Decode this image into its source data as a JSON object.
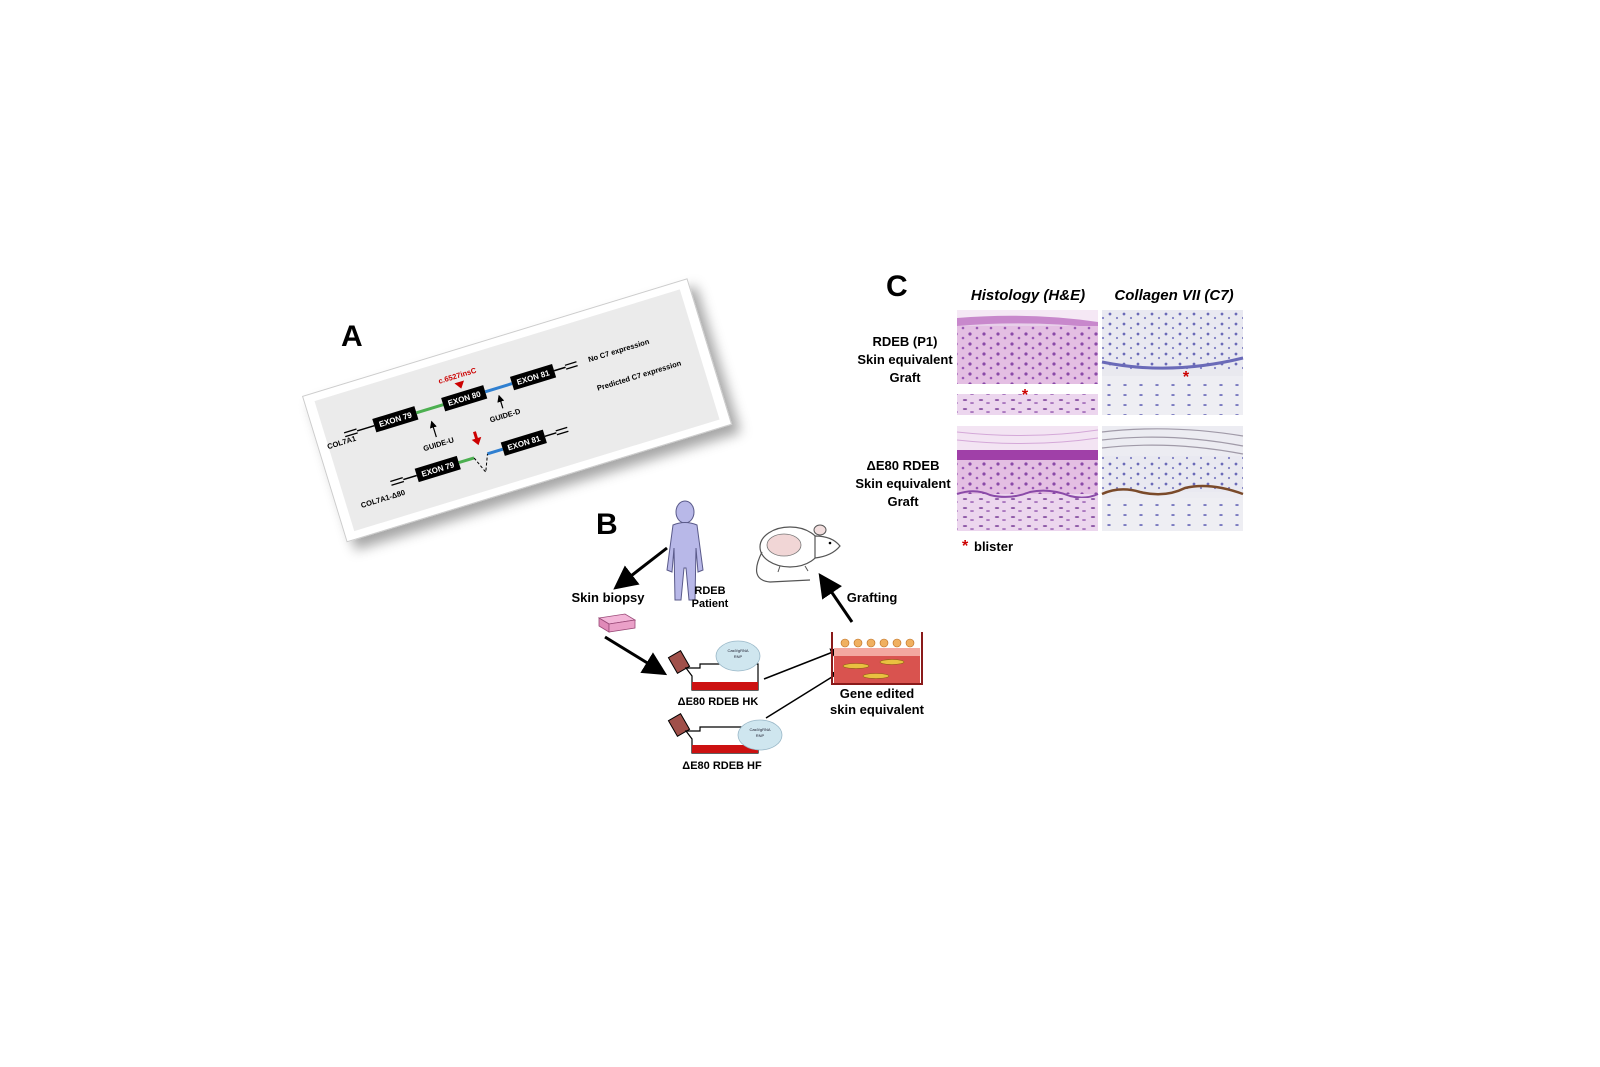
{
  "panels": {
    "a": {
      "letter": "A",
      "gene_label": "COL7A1",
      "gene_deleted_label": "COL7A1-Δ80",
      "exon79": "EXON 79",
      "exon80": "EXON 80",
      "exon81": "EXON 81",
      "exon79_b": "EXON 79",
      "exon81_b": "EXON 81",
      "mutation": "c.6527insC",
      "guide_u": "GUIDE-U",
      "guide_d": "GUIDE-D",
      "no_expression": "No C7 expression",
      "predicted_expression": "Predicted C7 expression",
      "colors": {
        "guide_u_line": "#4caf50",
        "guide_d_line": "#2f7fd0",
        "mutation": "#cc0000"
      }
    },
    "b": {
      "letter": "B",
      "patient": [
        "RDEB",
        "Patient"
      ],
      "skin_biopsy": "Skin biopsy",
      "grafting": "Grafting",
      "hk": "ΔE80 RDEB HK",
      "hf": "ΔE80 RDEB HF",
      "skin_equivalent": [
        "Gene edited",
        "skin equivalent"
      ],
      "flask_bubble_1": "Cas9/gRNA",
      "flask_bubble_2": "RNP",
      "colors": {
        "person": "#b8b8e8",
        "biopsy": "#e8a0c8",
        "flask_base": "#cc1111",
        "dish": "#c0392b"
      }
    },
    "c": {
      "letter": "C",
      "col_headers": [
        "Histology (H&E)",
        "Collagen VII (C7)"
      ],
      "row1": [
        "RDEB (P1)",
        "Skin equivalent",
        "Graft"
      ],
      "row2": [
        "ΔE80 RDEB",
        "Skin equivalent",
        "Graft"
      ],
      "asterisk": "*",
      "legend": "blister",
      "colors": {
        "he": "#d8a8dc",
        "c7": "#e6e6ee",
        "asterisk": "#cc0000"
      }
    }
  }
}
